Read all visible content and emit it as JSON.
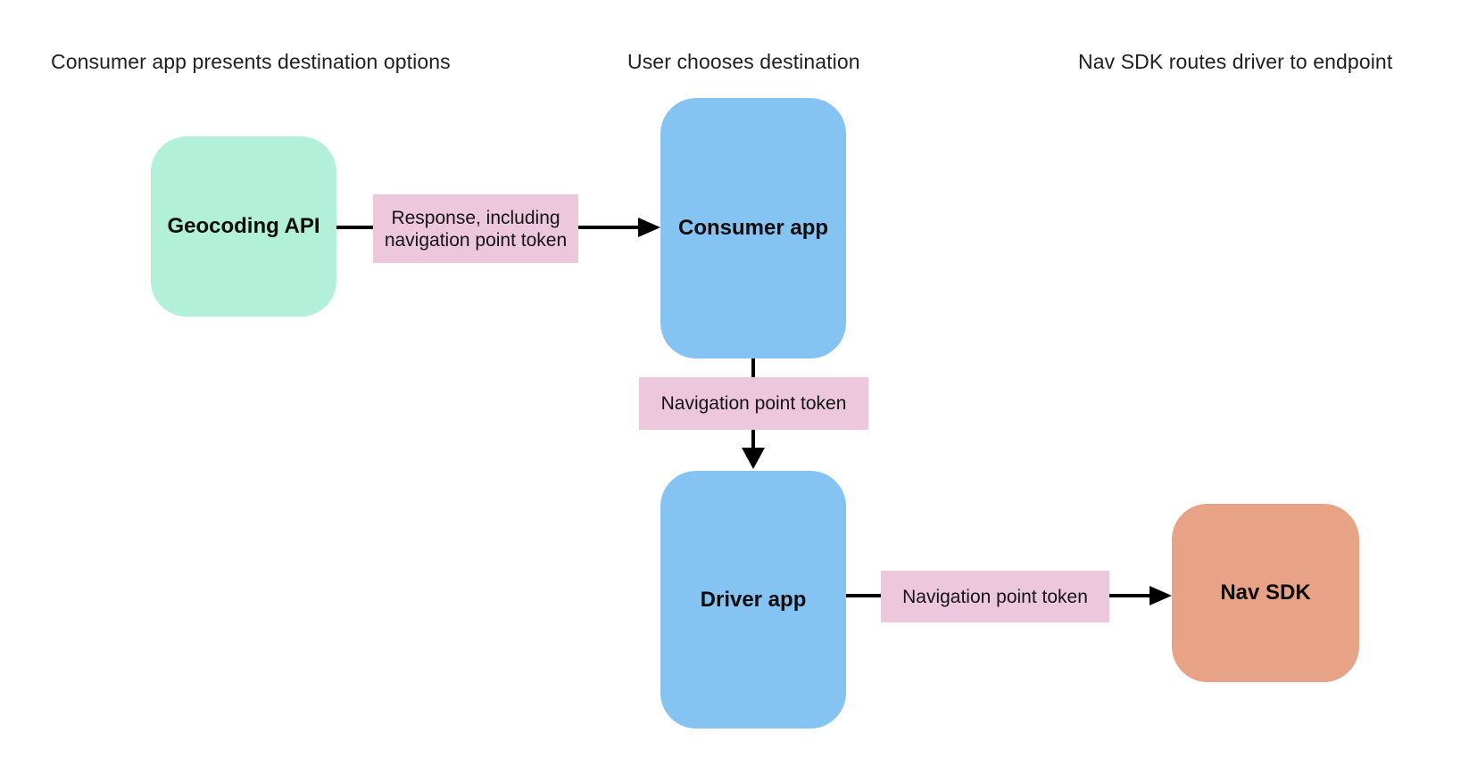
{
  "diagram": {
    "headers": [
      {
        "label": "Consumer app presents destination options"
      },
      {
        "label": "User chooses destination"
      },
      {
        "label": "Nav SDK routes driver to endpoint"
      }
    ],
    "nodes": [
      {
        "id": "geocoding-api",
        "label": "Geocoding API",
        "color": "#b3f0da"
      },
      {
        "id": "consumer-app",
        "label": "Consumer app",
        "color": "#85c3f2"
      },
      {
        "id": "driver-app",
        "label": "Driver app",
        "color": "#85c3f2"
      },
      {
        "id": "nav-sdk",
        "label": "Nav SDK",
        "color": "#e8a386"
      }
    ],
    "edges": [
      {
        "from": "geocoding-api",
        "to": "consumer-app",
        "label": "Response, including navigation point token"
      },
      {
        "from": "consumer-app",
        "to": "driver-app",
        "label": "Navigation point token"
      },
      {
        "from": "driver-app",
        "to": "nav-sdk",
        "label": "Navigation point token"
      }
    ],
    "colors": {
      "background": "#ffffff",
      "arrow": "#000000",
      "edge_label_bg": "#edc8dd",
      "header_text": "#1f1f1f",
      "node_text": "#0d0d0d"
    }
  }
}
